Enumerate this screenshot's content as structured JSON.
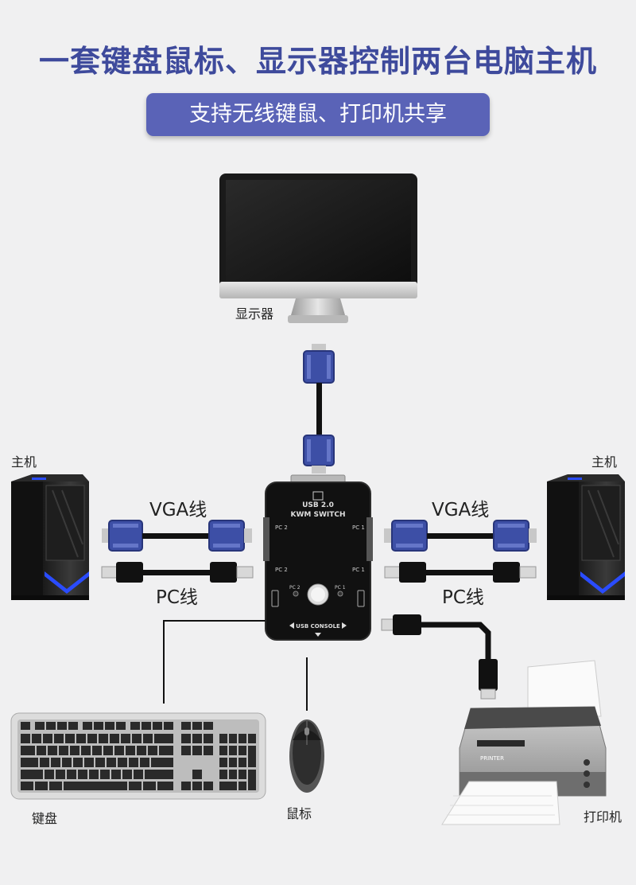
{
  "header": {
    "title": "一套键盘鼠标、显示器控制两台电脑主机",
    "subtitle": "支持无线键鼠、打印机共享"
  },
  "labels": {
    "monitor": "显示器",
    "host_left": "主机",
    "host_right": "主机",
    "vga_left": "VGA线",
    "vga_right": "VGA线",
    "pc_left": "PC线",
    "pc_right": "PC线",
    "keyboard": "键盘",
    "mouse": "鼠标",
    "printer": "打印机"
  },
  "switch": {
    "line1": "USB 2.0",
    "line2": "KWM SWITCH",
    "pc2_top": "PC 2",
    "pc1_top": "PC 1",
    "pc2_mid": "PC 2",
    "pc1_mid": "PC 1",
    "pc2_led": "PC 2",
    "pc1_led": "PC 1",
    "console": "USB CONSOLE"
  },
  "printer_brand": "PRINTER",
  "colors": {
    "title": "#3e4a9c",
    "pill": "#5a63b7",
    "vga_blue": "#3d4fa6",
    "pc_led": "#2a4cff"
  }
}
